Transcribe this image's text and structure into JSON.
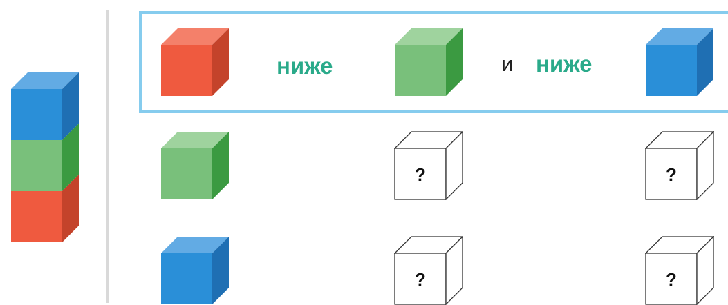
{
  "colors": {
    "red": {
      "front": "#ef5a3f",
      "top": "#f4806a",
      "side": "#c4432b"
    },
    "green": {
      "front": "#79c07b",
      "top": "#9fd39e",
      "side": "#3b9a41"
    },
    "blue": {
      "front": "#2a8fd8",
      "top": "#62abe4",
      "side": "#1f6fb3"
    },
    "empty": {
      "front": "#ffffff",
      "top": "#ffffff",
      "side": "#ffffff"
    },
    "label": "#2aaa8a",
    "text": "#222222",
    "frame": "#86ccee"
  },
  "tower": [
    "blue",
    "green",
    "red"
  ],
  "rows": [
    {
      "first": "red",
      "second": "green",
      "third": "blue"
    },
    {
      "first": "green",
      "second": "?",
      "third": "?"
    },
    {
      "first": "blue",
      "second": "?",
      "third": "?"
    }
  ],
  "sentence": {
    "word1": "ниже",
    "conjunction": "и",
    "word2": "ниже"
  },
  "unknown_mark": "?"
}
